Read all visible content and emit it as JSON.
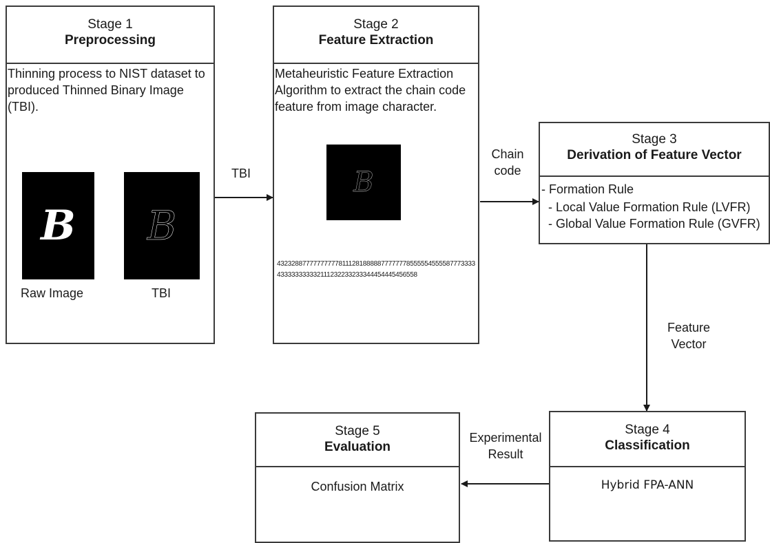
{
  "stage1": {
    "stage": "Stage 1",
    "title": "Preprocessing",
    "description": "Thinning process to NIST dataset to produced Thinned Binary Image (TBI).",
    "raw_glyph": "B",
    "tbi_glyph": "B",
    "raw_caption": "Raw Image",
    "tbi_caption": "TBI"
  },
  "arrow_1_2_label": "TBI",
  "stage2": {
    "stage": "Stage 2",
    "title": "Feature Extraction",
    "description": "Metaheuristic Feature Extraction Algorithm to extract the chain code feature from image character.",
    "glyph": "B",
    "chain_code": "4323288777777777781112818888877777778555554555587773333433333333332111232233233344454445456558"
  },
  "arrow_2_3_label_line1": "Chain",
  "arrow_2_3_label_line2": "code",
  "stage3": {
    "stage": "Stage 3",
    "title": "Derivation of Feature Vector",
    "items": [
      "- Formation Rule",
      "- Local Value Formation Rule (LVFR)",
      "- Global Value Formation Rule (GVFR)"
    ]
  },
  "arrow_3_4_label_line1": "Feature",
  "arrow_3_4_label_line2": "Vector",
  "stage4": {
    "stage": "Stage 4",
    "title": "Classification",
    "body": "Hybrid FPA-ANN"
  },
  "arrow_4_5_label_line1": "Experimental",
  "arrow_4_5_label_line2": "Result",
  "stage5": {
    "stage": "Stage 5",
    "title": "Evaluation",
    "body": "Confusion Matrix"
  }
}
